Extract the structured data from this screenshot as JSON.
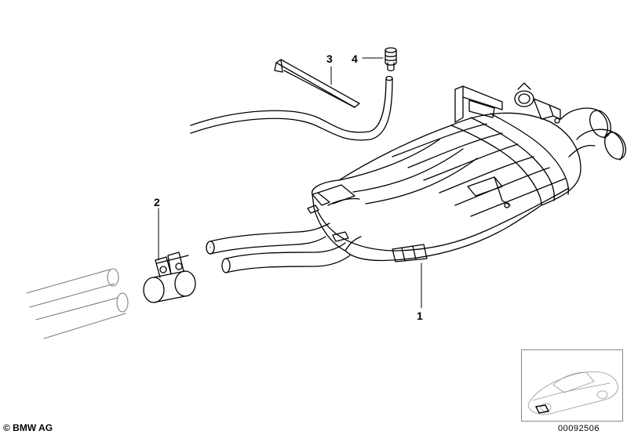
{
  "callouts": {
    "part1": "1",
    "part2": "2",
    "part3": "3",
    "part4": "4"
  },
  "footer": {
    "copyright": "© BMW AG",
    "document_number": "00092506"
  },
  "colors": {
    "line": "#000000",
    "background": "#ffffff",
    "thumbnail_border": "#888888"
  }
}
